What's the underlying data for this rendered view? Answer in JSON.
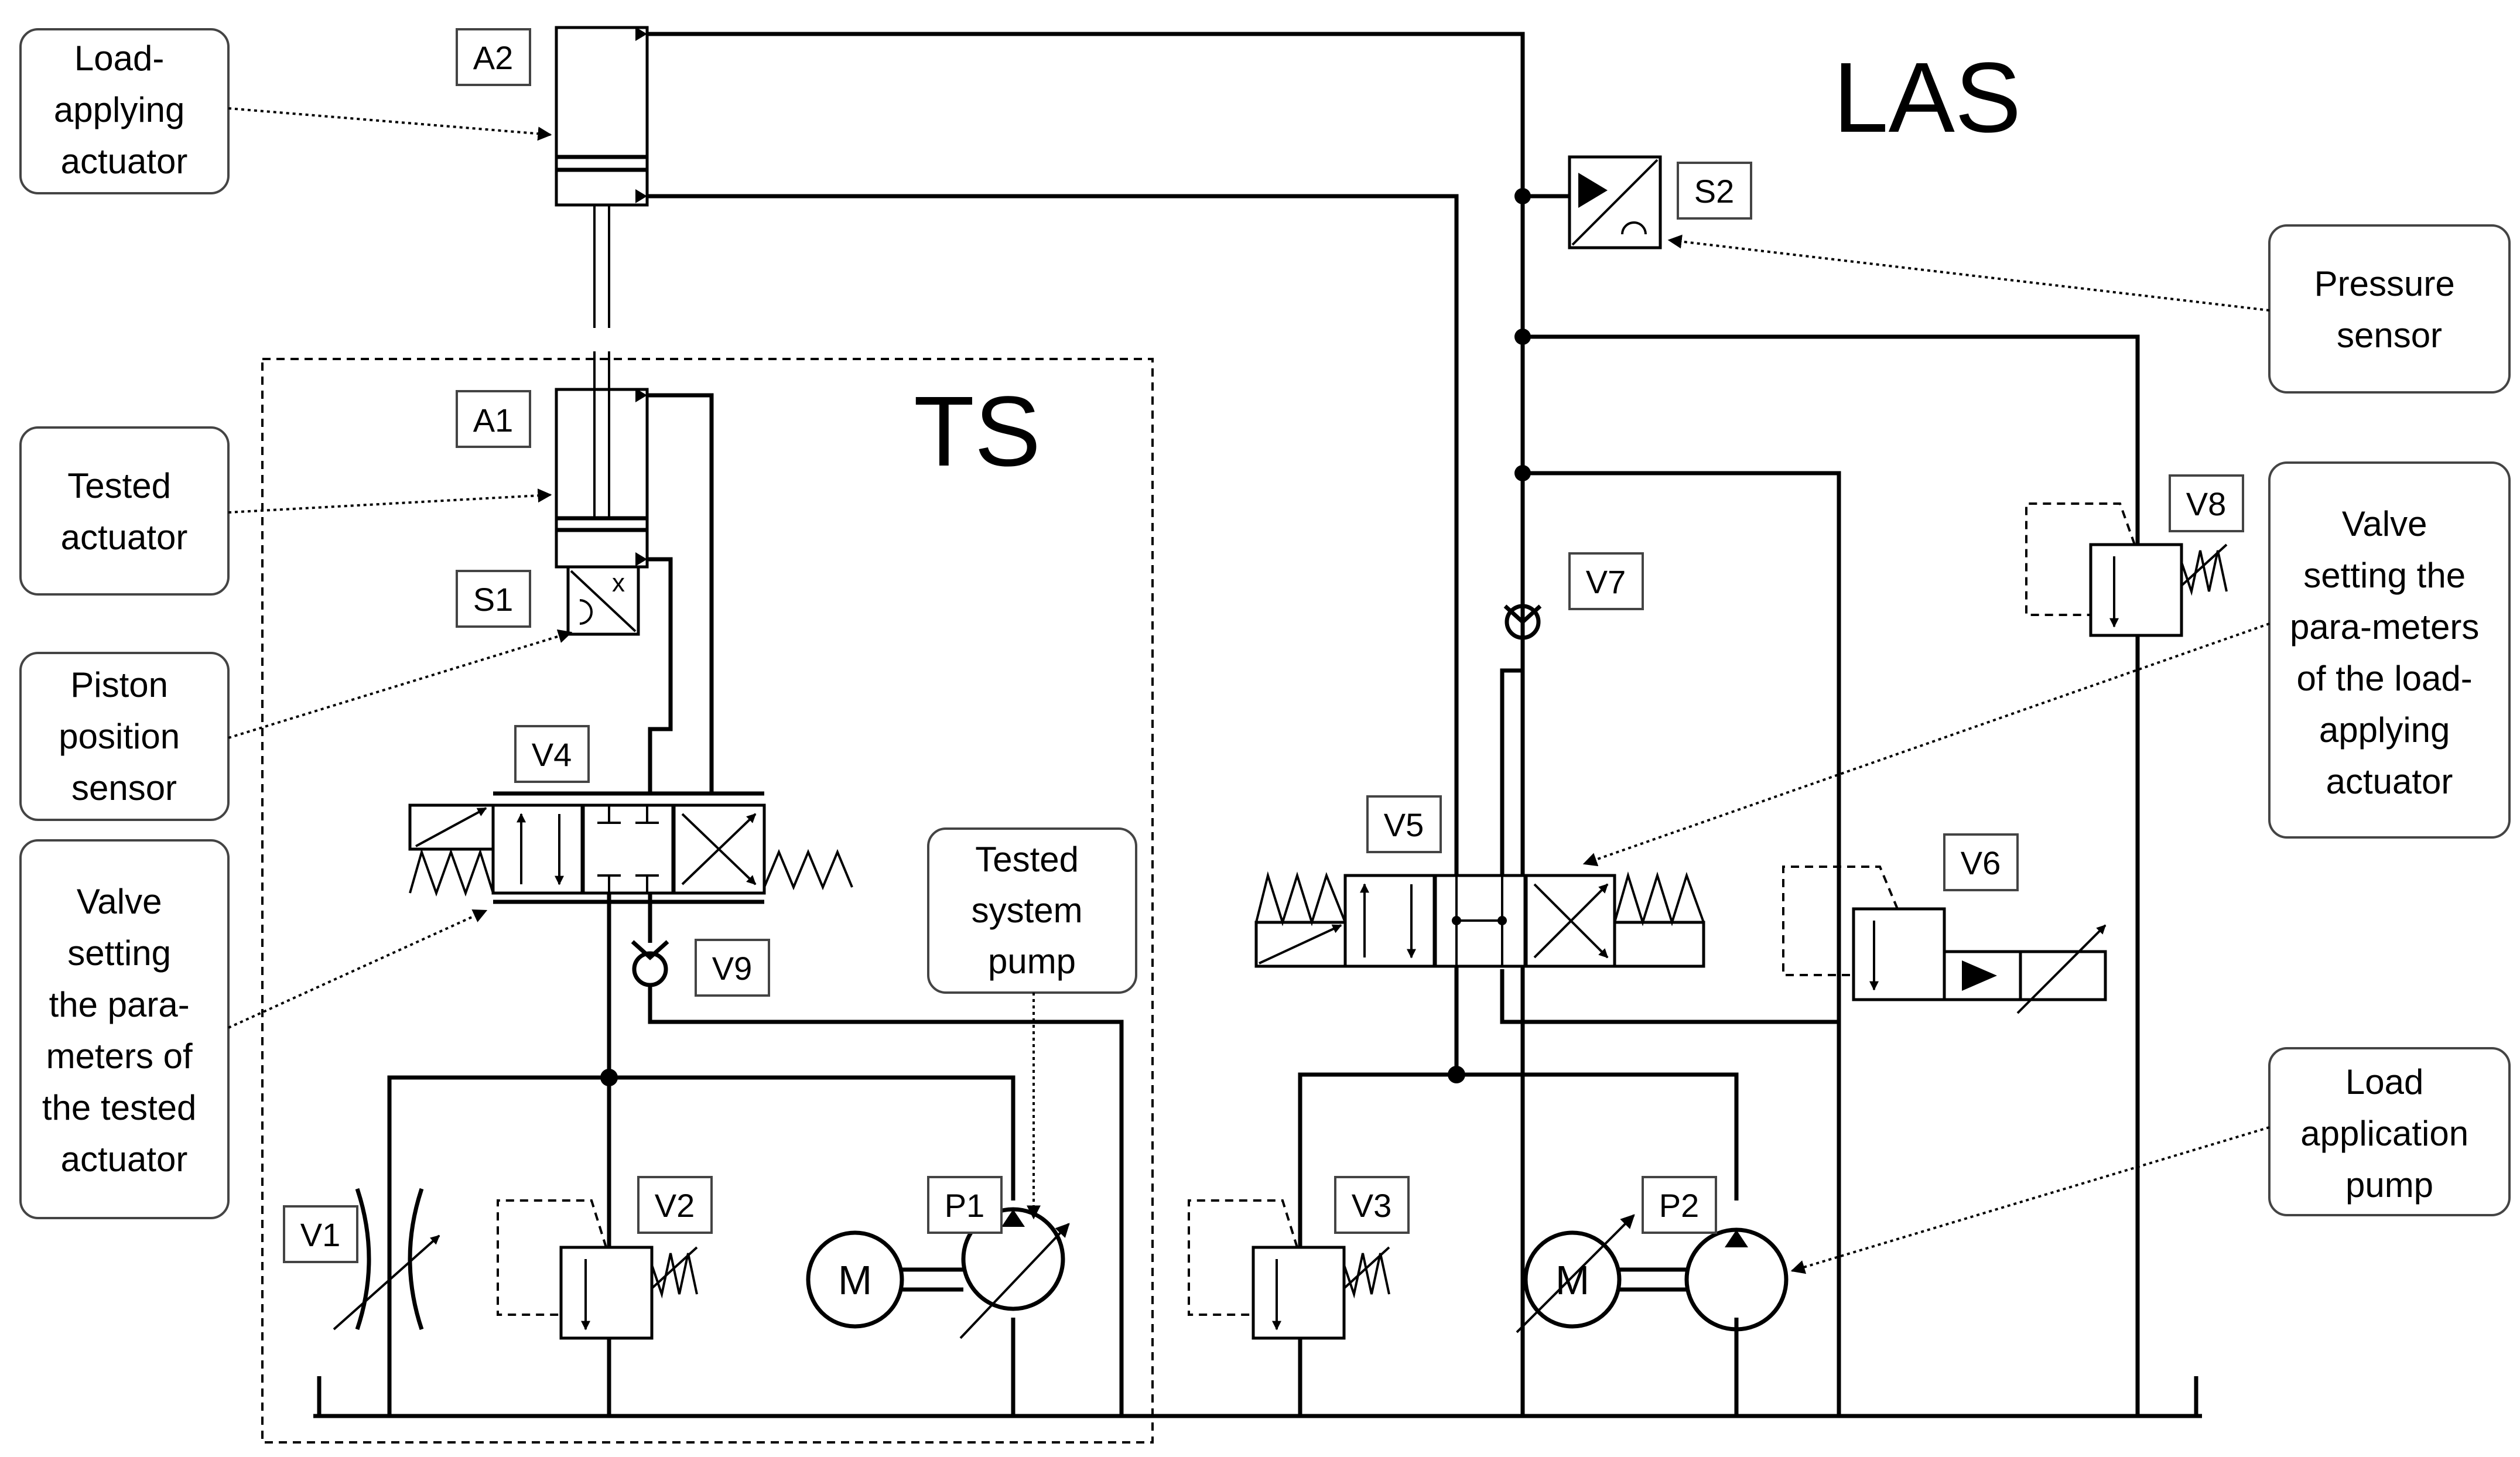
{
  "regions": {
    "ts": "TS",
    "las": "LAS"
  },
  "tags": {
    "a1": "A1",
    "a2": "A2",
    "s1": "S1",
    "s2": "S2",
    "v1": "V1",
    "v2": "V2",
    "v3": "V3",
    "v4": "V4",
    "v5": "V5",
    "v6": "V6",
    "v7": "V7",
    "v8": "V8",
    "v9": "V9",
    "p1": "P1",
    "p2": "P2"
  },
  "motors": {
    "m1": "M",
    "m2": "M"
  },
  "callouts": {
    "load_applying_actuator": [
      "Load-",
      "applying",
      "actuator"
    ],
    "tested_actuator": [
      "Tested",
      "actuator"
    ],
    "piston_position_sensor": [
      "Piston",
      "position",
      "sensor"
    ],
    "valve_tested": [
      "Valve",
      "setting",
      "the para-",
      "meters of",
      "the tested",
      "actuator"
    ],
    "tested_system_pump": [
      "Tested",
      "system",
      "pump"
    ],
    "pressure_sensor": [
      "Pressure",
      "sensor"
    ],
    "valve_load": [
      "Valve",
      "setting the",
      "para-meters",
      "of the load-",
      "applying",
      "actuator"
    ],
    "load_application_pump": [
      "Load",
      "application",
      "pump"
    ]
  }
}
